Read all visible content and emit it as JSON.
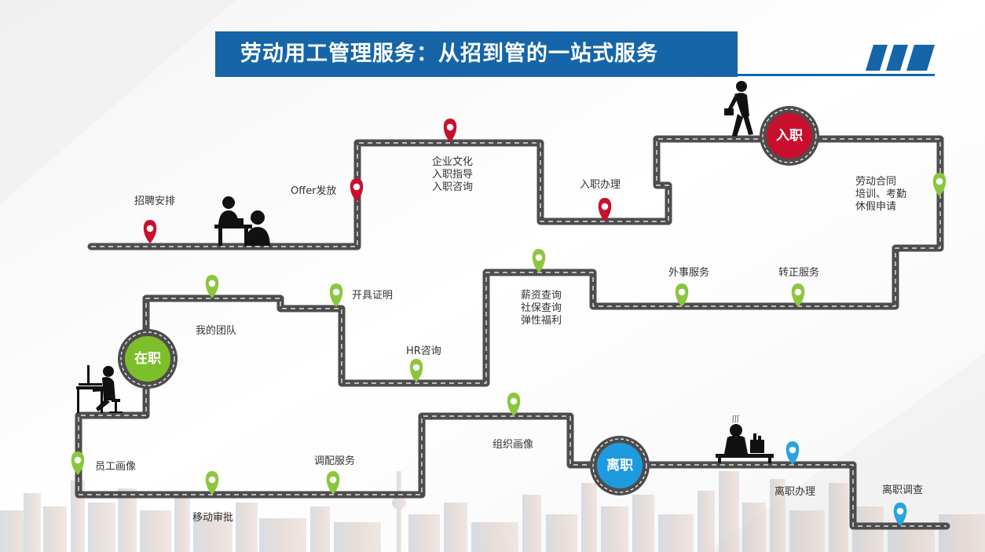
{
  "title": "劳动用工管理服务：从招到管的一站式服务",
  "colors": {
    "title_bg": "#1565a8",
    "road": "#4d4d4d",
    "pin_red": "#c8102e",
    "pin_green": "#8cc63f",
    "pin_blue": "#29a3dd",
    "badge_red": "#c8102e",
    "badge_green": "#7cbf2b",
    "badge_blue": "#1e9be0"
  },
  "stages": {
    "onboard": "入职",
    "employed": "在职",
    "leave": "离职"
  },
  "labels": {
    "recruit": "招聘安排",
    "offer": "Offer发放",
    "culture": [
      "企业文化",
      "入职指导",
      "入职咨询"
    ],
    "onboard_proc": "入职办理",
    "contract": [
      "劳动合同",
      "培训、考勤",
      "休假申请"
    ],
    "foreign": "外事服务",
    "regular": "转正服务",
    "salary": [
      "薪资查询",
      "社保查询",
      "弹性福利"
    ],
    "certificate": "开具证明",
    "hr": "HR咨询",
    "team": "我的团队",
    "profile": "员工画像",
    "mobile": "移动审批",
    "transfer": "调配服务",
    "org": "组织画像",
    "leave_proc": "离职办理",
    "leave_survey": "离职调查"
  },
  "icons": {
    "pins": "map-pin-icon",
    "interviewer": "interview-people-icon",
    "walker": "walking-businessman-icon",
    "worker": "desk-worker-icon",
    "leaver": "departing-employee-icon",
    "stripes": "slant-stripes-logo-icon",
    "skyline": "city-skyline-icon"
  }
}
